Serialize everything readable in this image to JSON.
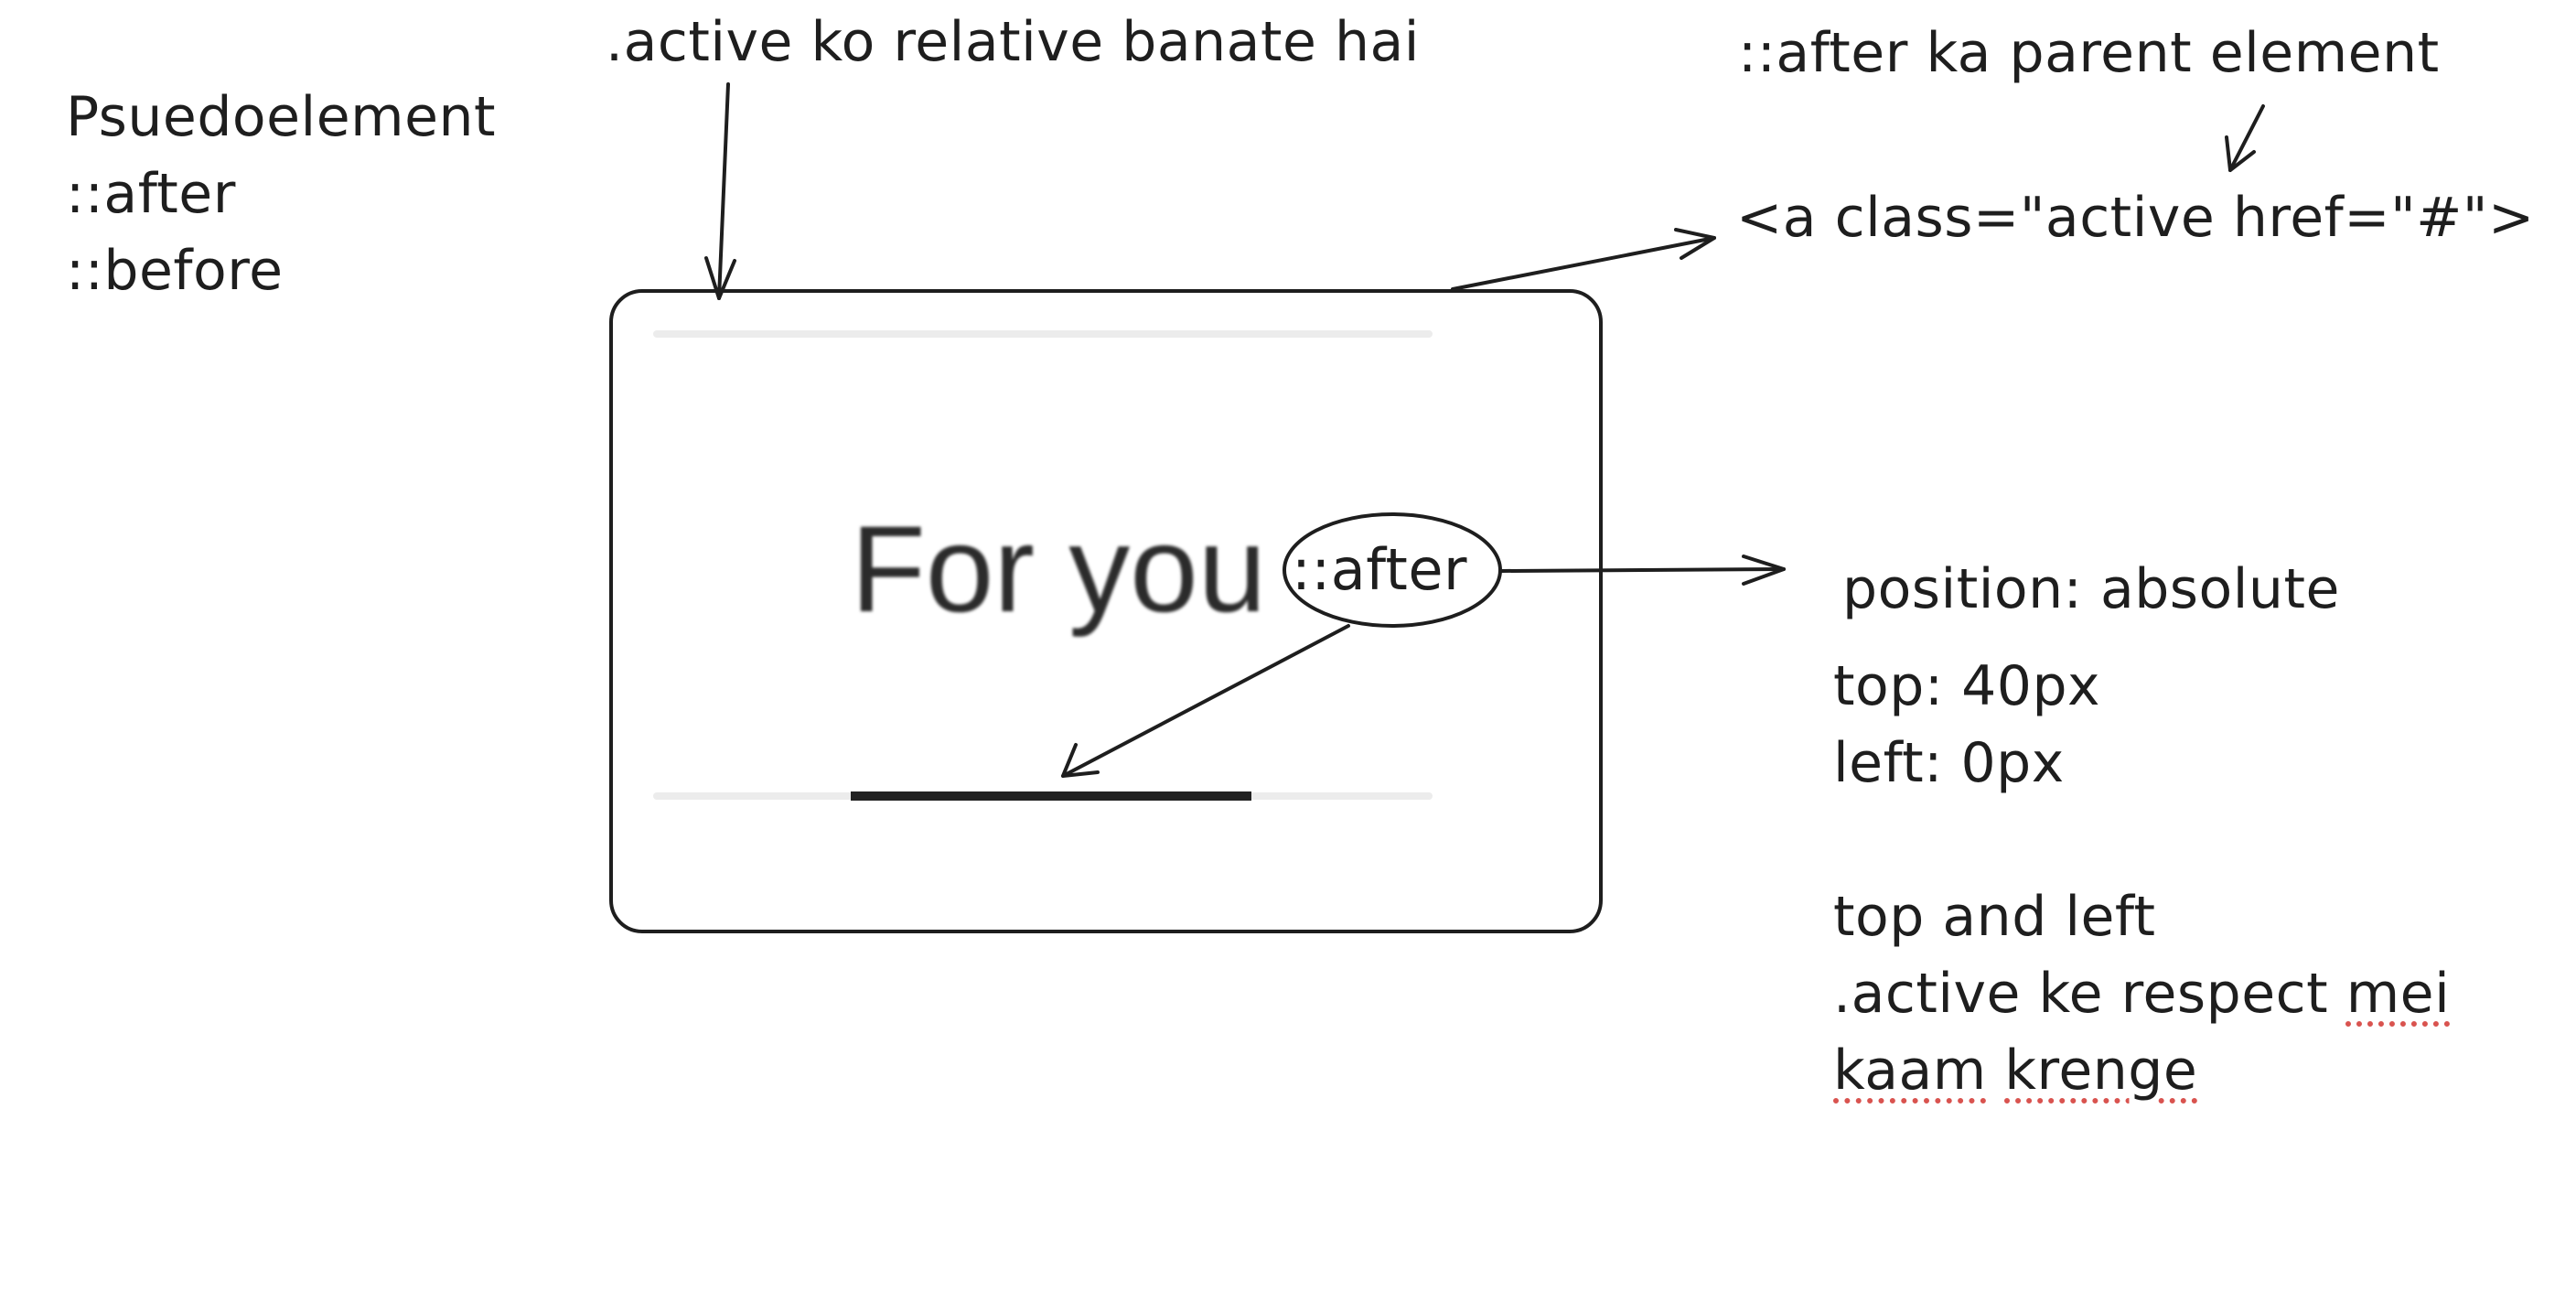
{
  "notes": {
    "pseudo_title": [
      "Psuedoelement",
      "::after",
      "::before"
    ],
    "active_relative": ".active ko relative banate hai",
    "after_parent": "::after ka parent element",
    "anchor_code": "<a class=\"active href=\"#\">",
    "position_absolute": "position: absolute",
    "top_left_values": [
      "top: 40px",
      "left: 0px"
    ],
    "top_and_left": "top and left",
    "respect_line": {
      "part1": ".active ke respect ",
      "part2": "mei"
    },
    "kaam_line": {
      "part1": "kaam",
      "part2": "krenge"
    }
  },
  "tab_demo": {
    "label": "For you",
    "pseudo_label": "::after"
  },
  "colors": {
    "ink": "#1e1e1e",
    "tab_text": "#2b2b2b",
    "divider": "#ececec",
    "underline": "#222222",
    "spellcheck": "#d9534f"
  }
}
